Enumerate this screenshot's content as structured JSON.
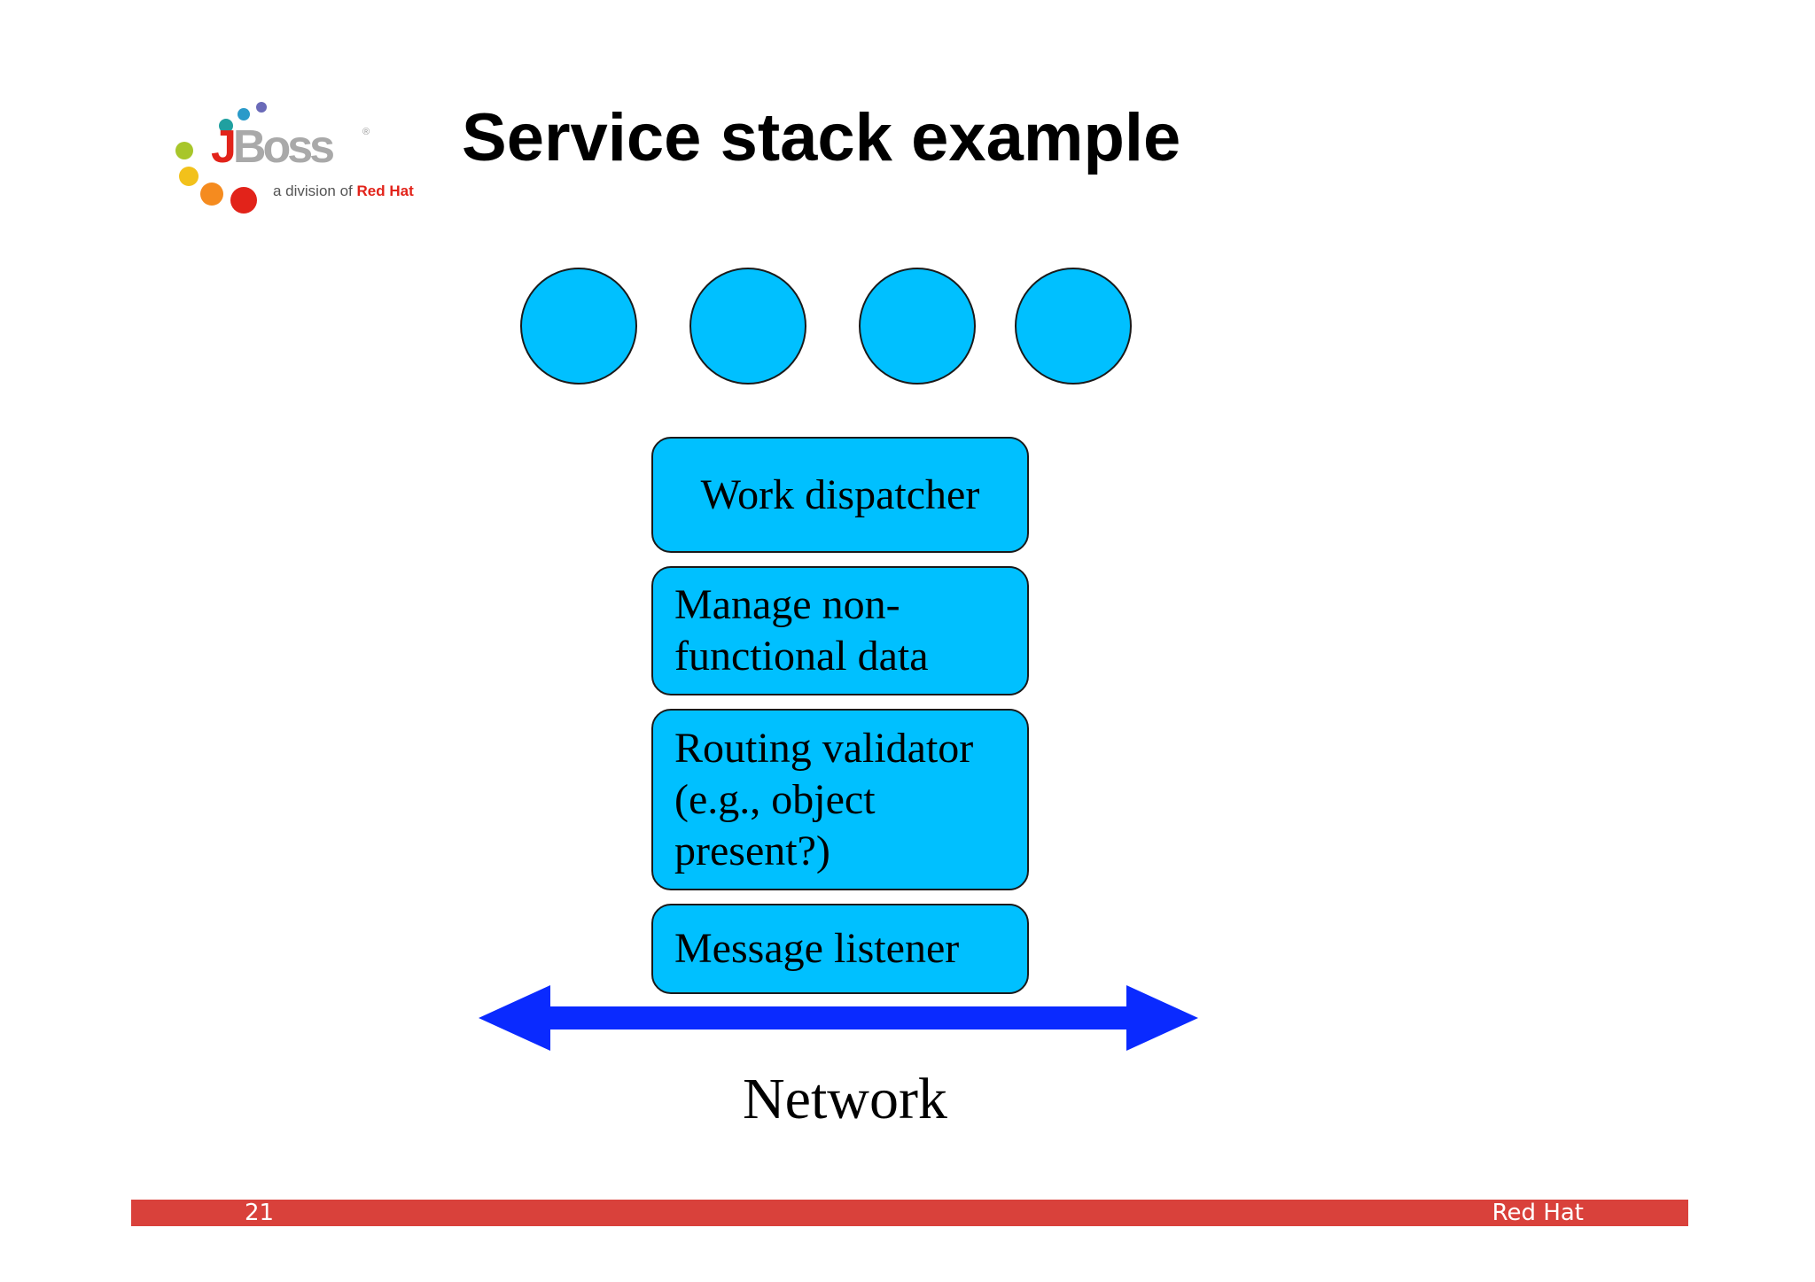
{
  "logo": {
    "word_j": "J",
    "word_boss": "Boss",
    "registered": "®",
    "subtitle_prefix": "a division of",
    "subtitle_brand": "Red Hat"
  },
  "title": "Service stack example",
  "stack": {
    "services": 4,
    "layers": [
      {
        "label": "Work dispatcher"
      },
      {
        "label": "Manage non-\nfunctional data"
      },
      {
        "label": "Routing validator\n(e.g., object\npresent?)"
      },
      {
        "label": "Message listener"
      }
    ]
  },
  "network": {
    "label": "Network"
  },
  "footer": {
    "slide_number": "21",
    "brand": "Red Hat"
  },
  "colors": {
    "service_fill": "#00c0ff",
    "arrow": "#0a2aff",
    "footer_bar": "#d9413b",
    "logo_red": "#e2231a"
  }
}
